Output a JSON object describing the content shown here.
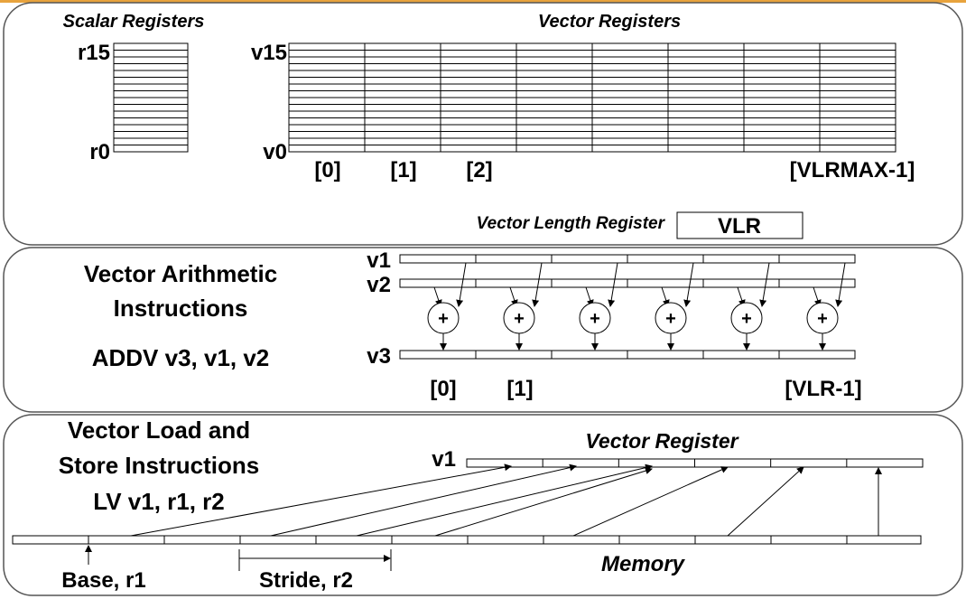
{
  "registers": {
    "scalar_title": "Scalar Registers",
    "vector_title": "Vector Registers",
    "scalar_top": "r15",
    "scalar_bottom": "r0",
    "vector_top": "v15",
    "vector_bottom": "v0",
    "idx0": "[0]",
    "idx1": "[1]",
    "idx2": "[2]",
    "idx_last": "[VLRMAX-1]",
    "vlr_label": "Vector Length Register",
    "vlr_box": "VLR"
  },
  "arith": {
    "title_line1": "Vector Arithmetic",
    "title_line2": "Instructions",
    "instr": "ADDV v3, v1, v2",
    "v1": "v1",
    "v2": "v2",
    "v3": "v3",
    "op": "+",
    "idx0": "[0]",
    "idx1": "[1]",
    "idx_last": "[VLR-1]"
  },
  "mem": {
    "title_line1": "Vector Load and",
    "title_line2": "Store Instructions",
    "instr": "LV v1, r1, r2",
    "vreg_label": "Vector Register",
    "v1": "v1",
    "memory_label": "Memory",
    "base_label": "Base, r1",
    "stride_label": "Stride, r2"
  },
  "colors": {
    "accent_bar": "#e8a33d",
    "panel_border": "#555555"
  }
}
